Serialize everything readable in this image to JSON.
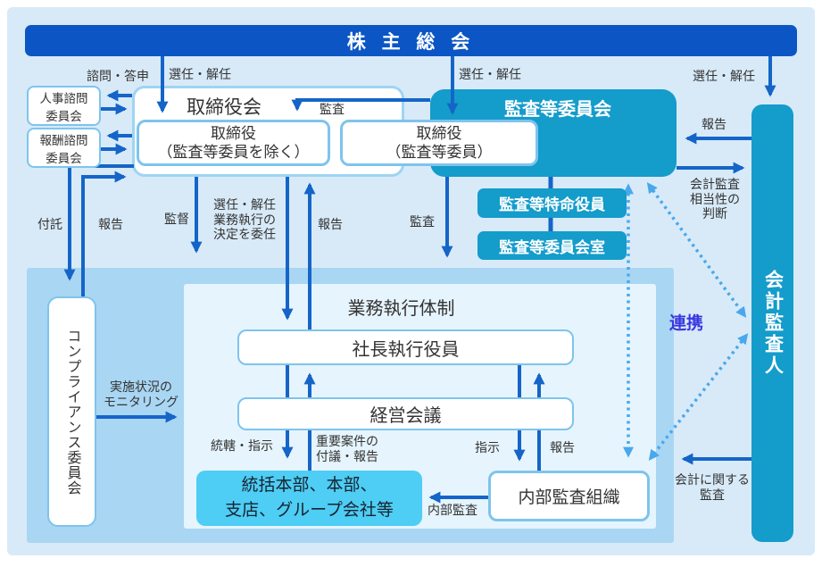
{
  "colors": {
    "bar": "#0B56C4",
    "teal": "#149CCB",
    "cyan": "#4ECDF5",
    "arrow": "#1565C8",
    "dotted": "#49A8EC",
    "renkei": "#3838E0",
    "pagebg": "#D8EAF8",
    "container": "#A9D6F3",
    "inner": "#E6F4FD"
  },
  "shareholders": {
    "label": "株 主 総 会"
  },
  "advisory": {
    "personnel": "人事諮問\n委員会",
    "compensation": "報酬諮問\n委員会"
  },
  "board": {
    "title": "取締役会",
    "directors_non_audit": "取締役\n（監査等委員を除く）",
    "directors_audit": "取締役\n（監査等委員）"
  },
  "audit_committee": {
    "title": "監査等委員会",
    "special_officer": "監査等特命役員",
    "office": "監査等委員会室"
  },
  "accounting_auditor": {
    "label": "会計監査人"
  },
  "compliance_committee": {
    "label": "コンプライアンス委員会"
  },
  "execution": {
    "title": "業務執行体制",
    "president": "社長執行役員",
    "management_meeting": "経営会議",
    "headquarters": "統括本部、本部、\n支店、グループ会社等",
    "internal_audit_org": "内部監査組織"
  },
  "arrows": {
    "advisory_label": "諮問・答申",
    "appoint_dismiss_board": "選任・解任",
    "appoint_dismiss_audit": "選任・解任",
    "appoint_dismiss_auditor": "選任・解任",
    "audit_of_board": "監査",
    "report_to_committee": "報告",
    "adequacy_judgment": "会計監査\n相当性の\n判断",
    "entrust": "付託",
    "report_compliance": "報告",
    "supervise": "監督",
    "delegate": "選任・解任\n業務執行の\n決定を委任",
    "report_president": "報告",
    "audit_mid": "監査",
    "cooperation": "連携",
    "monitoring": "実施状況の\nモニタリング",
    "control_direct": "統轄・指示",
    "important_matters": "重要案件の\n付議・報告",
    "direct": "指示",
    "report_bottom": "報告",
    "internal_audit": "内部監査",
    "accounting_audit": "会計に関する\n監査"
  }
}
